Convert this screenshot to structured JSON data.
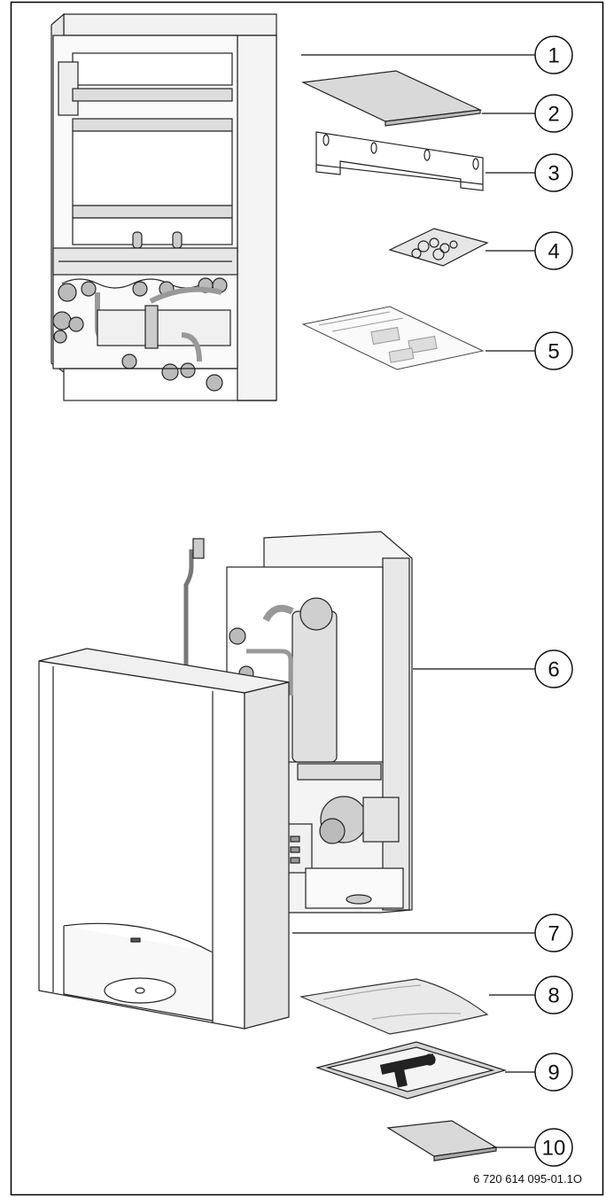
{
  "figure": {
    "code": "6 720 614 095-01.1O",
    "callouts": [
      {
        "label": "1"
      },
      {
        "label": "2"
      },
      {
        "label": "3"
      },
      {
        "label": "4"
      },
      {
        "label": "5"
      },
      {
        "label": "6"
      },
      {
        "label": "7"
      },
      {
        "label": "8"
      },
      {
        "label": "9"
      },
      {
        "label": "10"
      }
    ]
  }
}
